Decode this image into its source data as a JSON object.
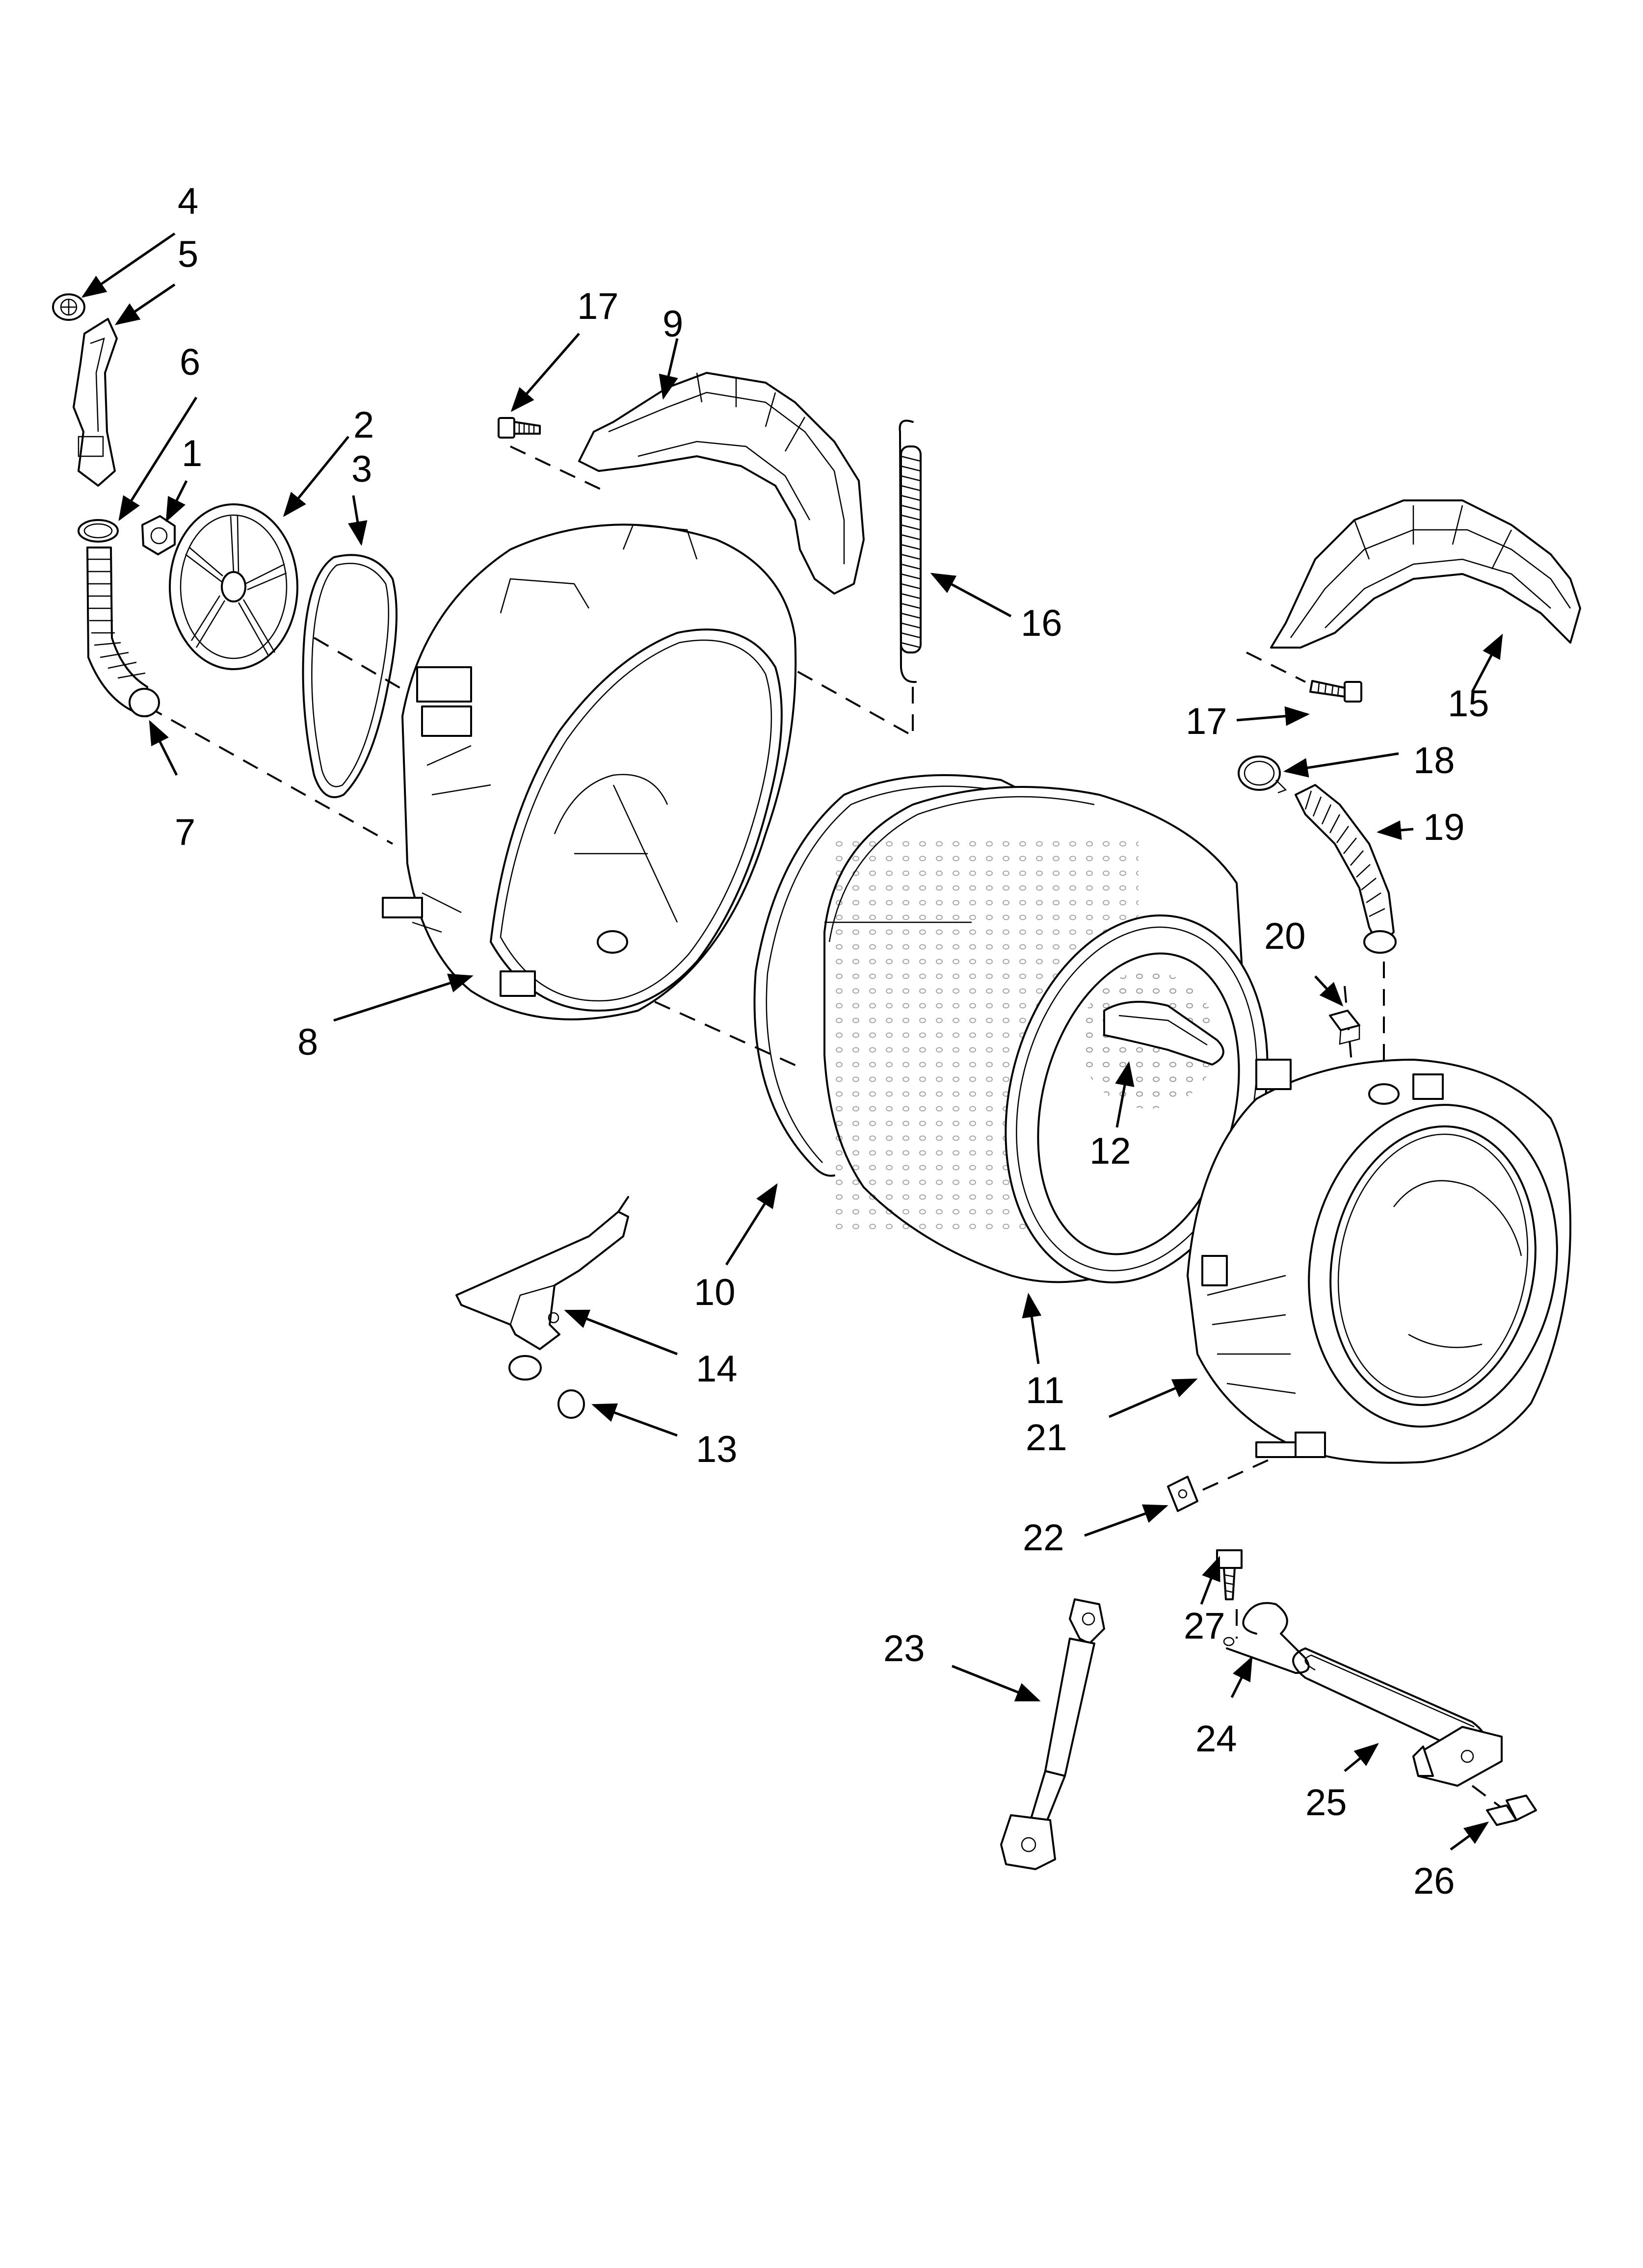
{
  "callouts": {
    "c1": "1",
    "c2": "2",
    "c3": "3",
    "c4": "4",
    "c5": "5",
    "c6": "6",
    "c7": "7",
    "c8": "8",
    "c9": "9",
    "c10": "10",
    "c11": "11",
    "c12": "12",
    "c13": "13",
    "c14": "14",
    "c15": "15",
    "c16": "16",
    "c17a": "17",
    "c17b": "17",
    "c18": "18",
    "c19": "19",
    "c20": "20",
    "c21": "21",
    "c22": "22",
    "c23": "23",
    "c24": "24",
    "c25": "25",
    "c26": "26",
    "c27": "27"
  }
}
